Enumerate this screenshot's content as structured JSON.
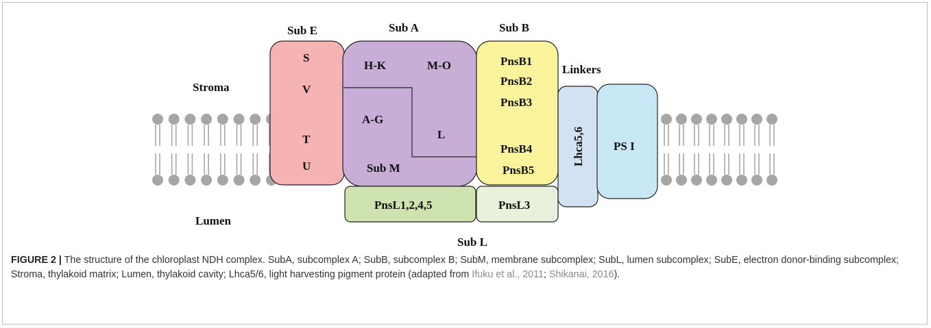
{
  "diagram": {
    "labels": {
      "stroma": "Stroma",
      "lumen": "Lumen",
      "linkers": "Linkers",
      "sub_e": "Sub E",
      "sub_a": "Sub A",
      "sub_b": "Sub B",
      "sub_l": "Sub L",
      "sub_m": "Sub M"
    },
    "sub_e_items": [
      "S",
      "V",
      "T",
      "U"
    ],
    "sub_a_items": [
      "H-K",
      "M-O",
      "A-G",
      "L"
    ],
    "sub_b_items": [
      "PnsB1",
      "PnsB2",
      "PnsB3",
      "PnsB4",
      "PnsB5"
    ],
    "sub_l_items": [
      "PnsL1,2,4,5",
      "PnsL3"
    ],
    "linker_label": "Lhca5,6",
    "ps1_label": "PS I",
    "colors": {
      "sub_e": "#f6b3b3",
      "sub_a": "#c8aed6",
      "sub_b": "#fbf49c",
      "pnsl1": "#cfe3b0",
      "pnsl3": "#e8f1dc",
      "linker": "#d3e2f2",
      "ps1": "#c8e8f6",
      "lipid": "#a6a6a6"
    }
  },
  "caption": {
    "figure_label": "FIGURE 2 |",
    "text_part1": " The structure of the chloroplast NDH complex. SubA, subcomplex A; SubB, subcomplex B; SubM, membrane subcomplex; SubL, lumen subcomplex; SubE, electron donor-binding subcomplex; Stroma, thylakoid matrix; Lumen, thylakoid cavity; Lhca5/6, light harvesting pigment protein (adapted from ",
    "ref1": "Ifuku et al., 2011",
    "sep": "; ",
    "ref2": "Shikanai, 2016",
    "text_end": ")."
  }
}
